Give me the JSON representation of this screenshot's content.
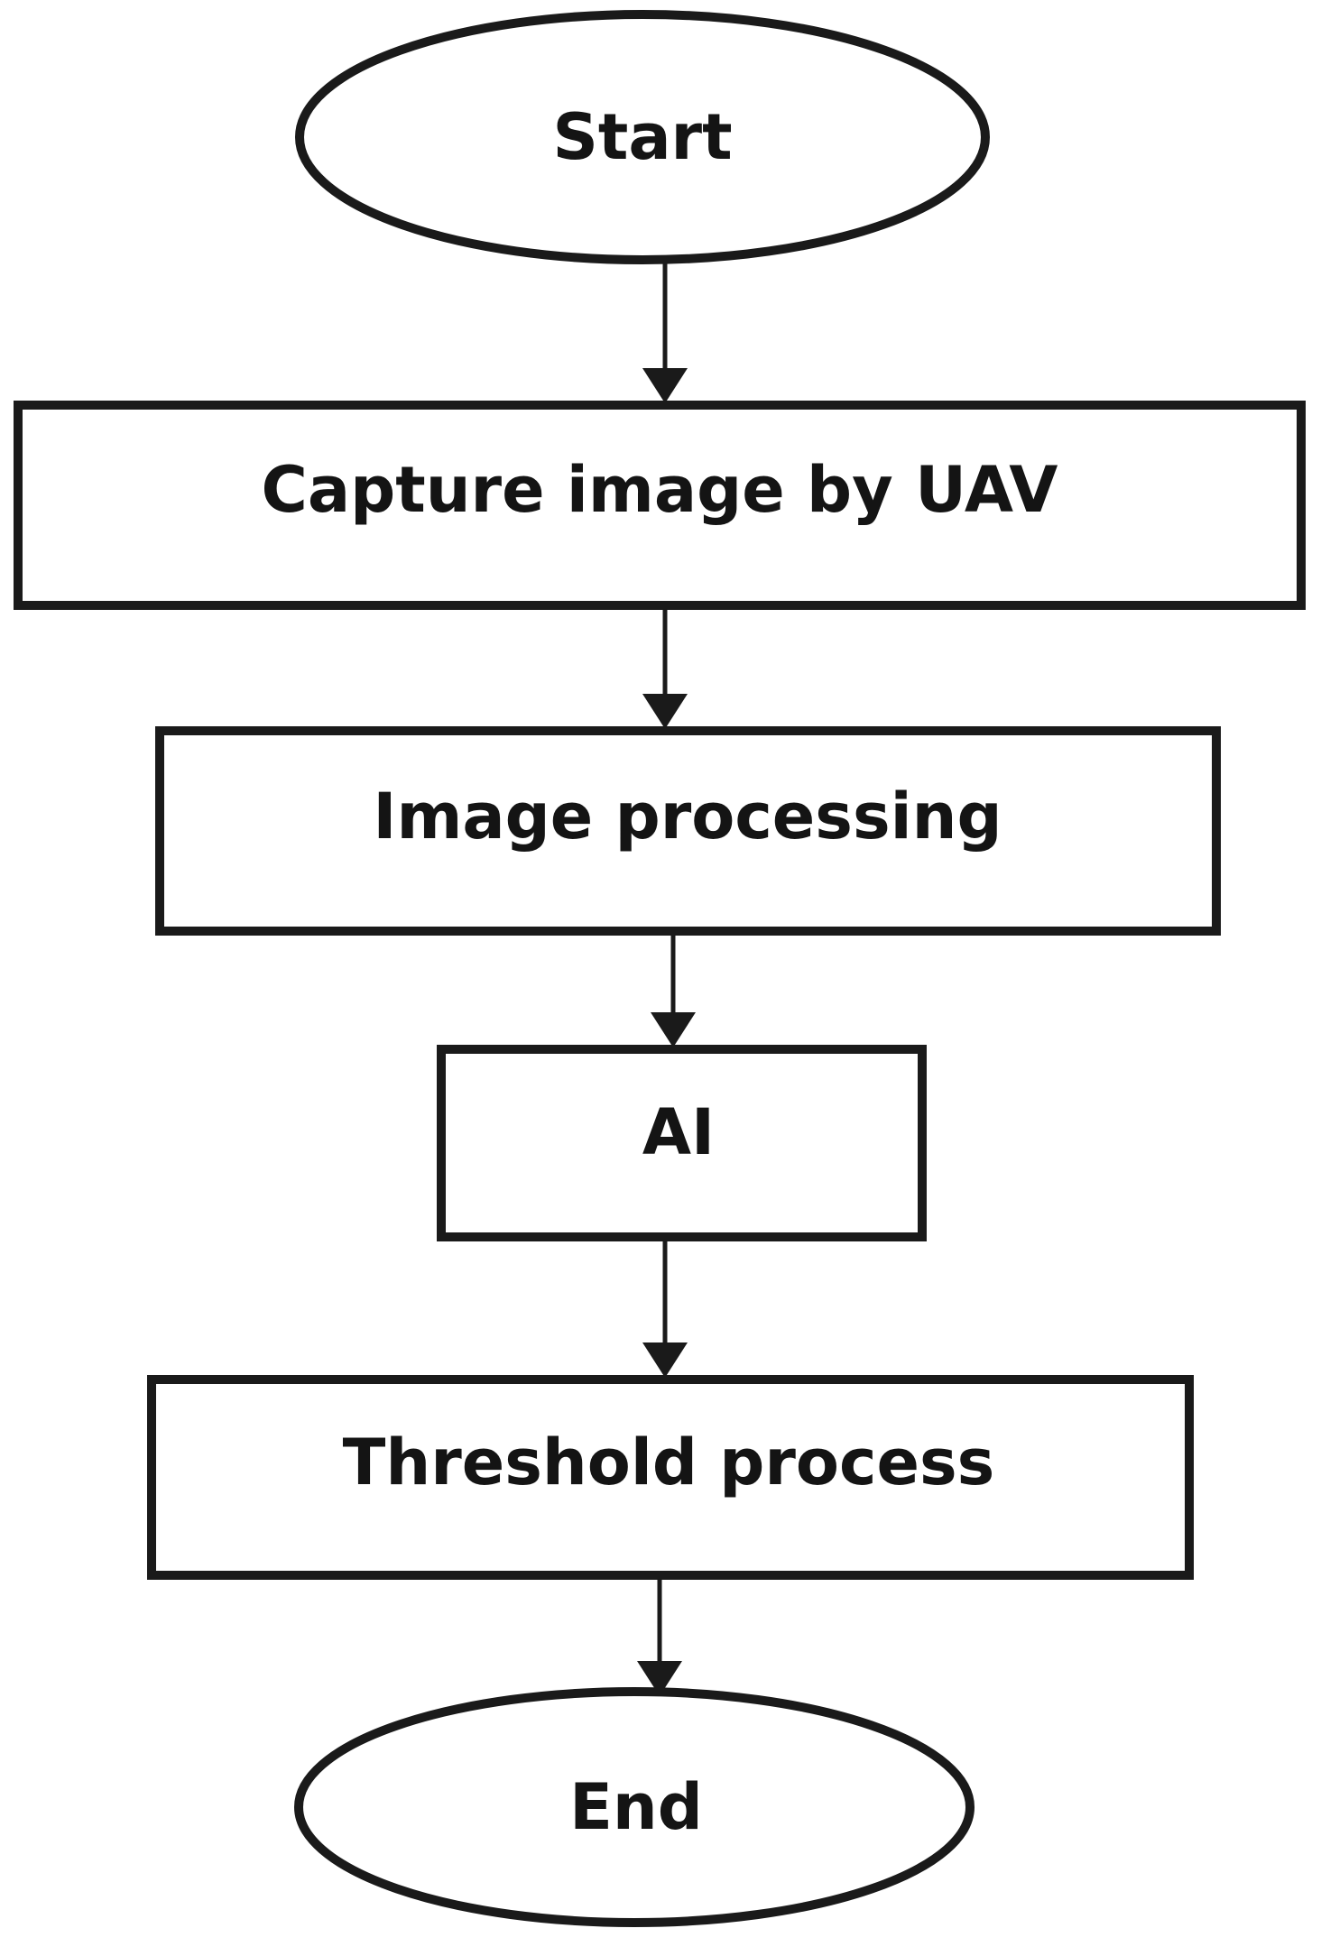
{
  "diagram": {
    "nodes": [
      {
        "id": "start",
        "shape": "ellipse",
        "label": "Start"
      },
      {
        "id": "capture",
        "shape": "rect",
        "label": "Capture image by UAV"
      },
      {
        "id": "processing",
        "shape": "rect",
        "label": "Image processing"
      },
      {
        "id": "ai",
        "shape": "rect",
        "label": "AI"
      },
      {
        "id": "threshold",
        "shape": "rect",
        "label": "Threshold process"
      },
      {
        "id": "end",
        "shape": "ellipse",
        "label": "End"
      }
    ],
    "edges": [
      {
        "from": "start",
        "to": "capture"
      },
      {
        "from": "capture",
        "to": "processing"
      },
      {
        "from": "processing",
        "to": "ai"
      },
      {
        "from": "ai",
        "to": "threshold"
      },
      {
        "from": "threshold",
        "to": "end"
      }
    ],
    "colors": {
      "stroke": "#1a1a1a",
      "fill": "#ffffff",
      "text": "#141414"
    }
  }
}
